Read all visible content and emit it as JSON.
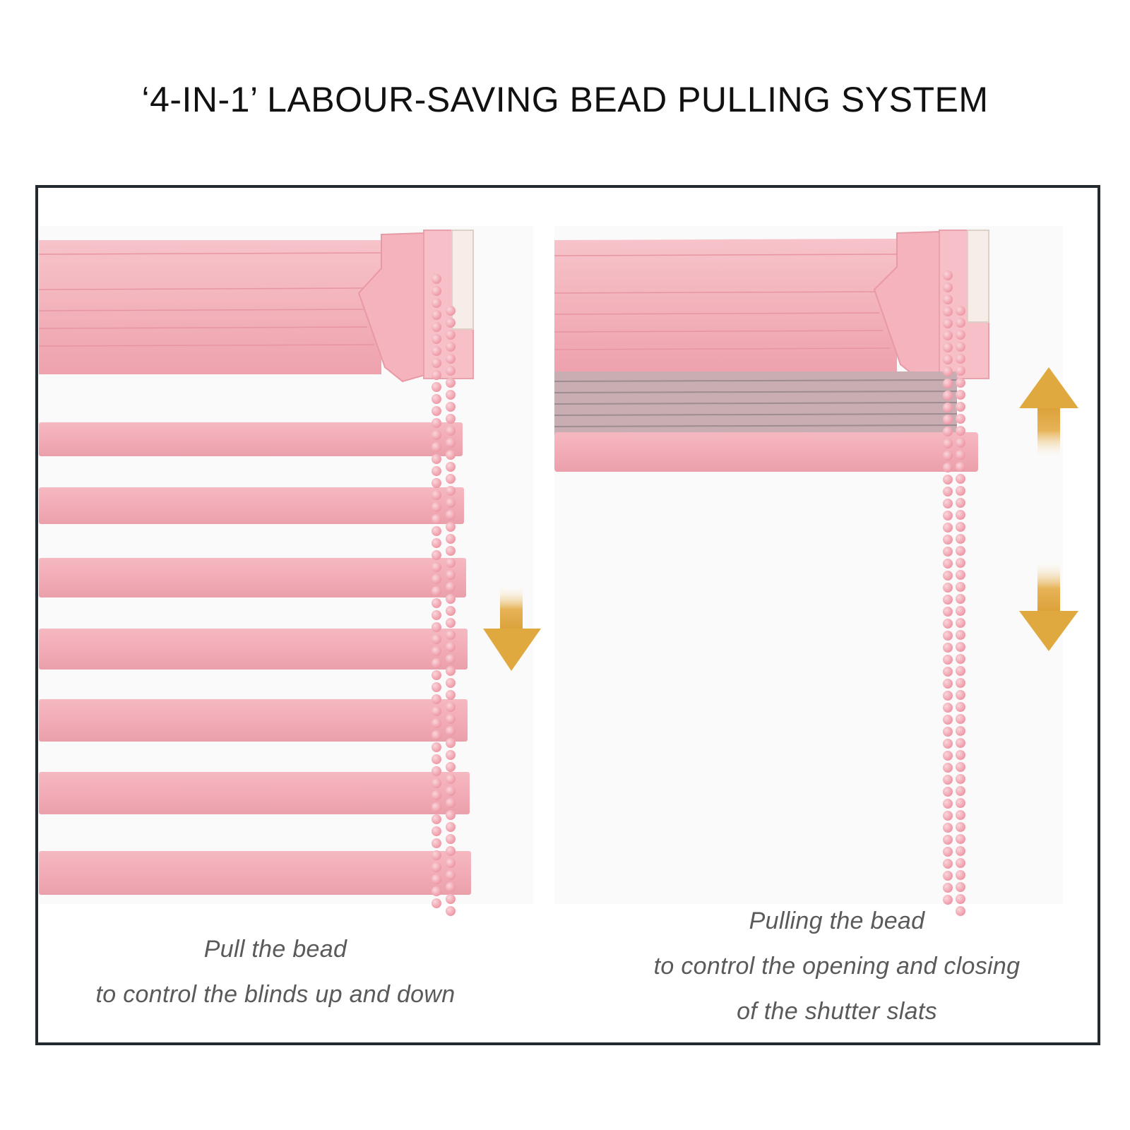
{
  "page": {
    "title": "‘4-IN-1’ LABOUR-SAVING BEAD PULLING SYSTEM"
  },
  "panels": [
    {
      "caption_line1": "Pull the bead",
      "caption_line2": "to control the blinds up and down",
      "arrows": [
        "arrow-down-icon"
      ]
    },
    {
      "caption_line1": "Pulling the bead",
      "caption_line2": "to control the opening and closing",
      "caption_line3": "of the shutter slats",
      "arrows": [
        "arrow-up-icon",
        "arrow-down-icon"
      ]
    }
  ],
  "colors": {
    "blind_pink": "#f0a9b4",
    "blind_pink_light": "#f7c6cd",
    "bead_pink": "#f3a3ae",
    "arrow_gold": "#e1ad4a",
    "frame": "#232a2f",
    "caption": "#5a5a5a"
  }
}
